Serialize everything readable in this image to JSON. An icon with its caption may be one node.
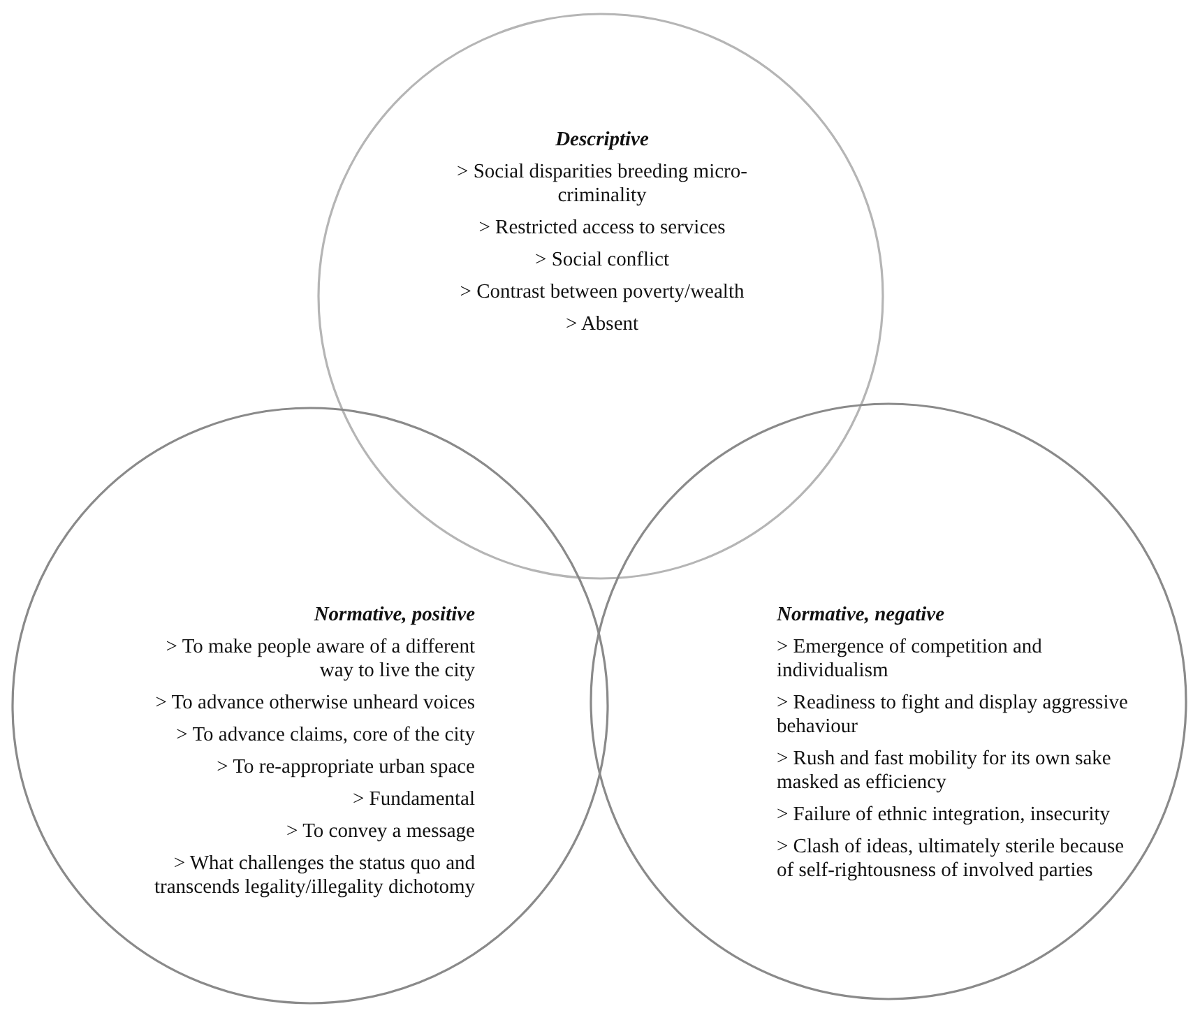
{
  "diagram": {
    "nodes": [
      {
        "text": [
          "Descriptive",
          "> Social disparities breeding micro-criminality",
          "> Restricted access to services",
          "> Social conflict",
          "> Contrast between poverty/wealth",
          "> Absent"
        ]
      },
      {
        "text": [
          "Normative, positive",
          "> To make people aware of a different way to live the city",
          "> To advance otherwise unheard voices",
          "> To advance claims, core of the city",
          "> To re-appropriate urban space",
          "> Fundamental",
          "> To convey a message",
          "> What challenges the status quo and transcends legality/illegality dichotomy"
        ]
      },
      {
        "text": [
          "Normative, negative",
          "> Emergence of competition and individualism",
          "> Readiness to fight and display aggressive behaviour",
          "> Rush and fast mobility for its own sake masked as efficiency",
          "> Failure of ethnic integration, insecurity",
          "> Clash of ideas, ultimately sterile because of self-rightousness of involved parties"
        ]
      }
    ]
  }
}
